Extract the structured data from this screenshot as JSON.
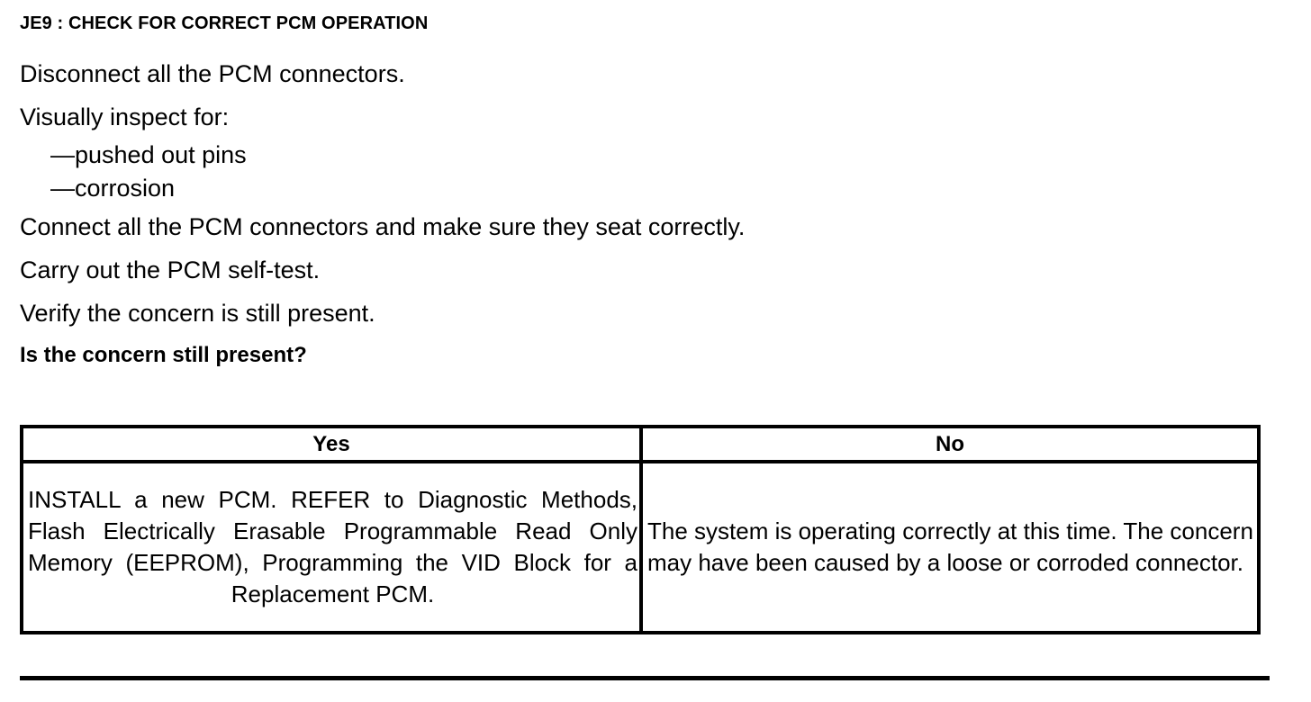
{
  "document": {
    "step_title": "JE9 : CHECK FOR CORRECT PCM OPERATION",
    "instructions": [
      {
        "text": "Disconnect all the PCM connectors.",
        "style": "paragraph"
      },
      {
        "text": "Visually inspect for:",
        "style": "paragraph"
      },
      {
        "text": "—pushed out pins",
        "style": "bullet"
      },
      {
        "text": "—corrosion",
        "style": "bullet"
      },
      {
        "text": "Connect all the PCM connectors and make sure they seat correctly.",
        "style": "paragraph"
      },
      {
        "text": "Carry out the PCM self-test.",
        "style": "paragraph"
      },
      {
        "text": "Verify the concern is still present.",
        "style": "paragraph"
      },
      {
        "text": "Is the concern still present?",
        "style": "question"
      }
    ],
    "answer_table": {
      "headers": [
        "Yes",
        "No"
      ],
      "answers": [
        "INSTALL a new PCM. REFER to Diagnostic Methods, Flash Electrically Erasable Programmable Read Only Memory (EEPROM), Programming the VID Block for a Replacement PCM.",
        "The system is operating correctly at this time. The concern may have been caused by a loose or corroded connector."
      ]
    },
    "colors": {
      "text": "#000000",
      "background": "#ffffff",
      "rule": "#000000"
    }
  }
}
